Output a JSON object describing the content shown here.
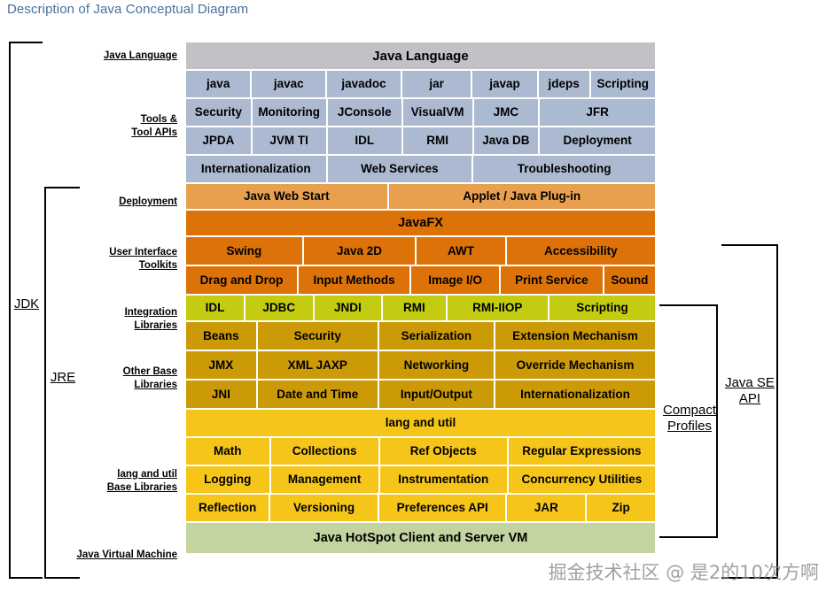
{
  "page": {
    "title": "Description of Java Conceptual Diagram",
    "watermark": "掘金技术社区 @ 是2的10次方啊"
  },
  "colors": {
    "title_text": "#4a6f9c",
    "java_language": "#c2c2c6",
    "tools": "#abbad0",
    "deployment": "#e8a04e",
    "javafx": "#dd7208",
    "ui_toolkits": "#dd7208",
    "integration_libraries": "#c3cc10",
    "other_base_libraries": "#cc9a06",
    "lang_and_util": "#f5c51a",
    "jvm": "#c3d4a0",
    "bracket": "#000000"
  },
  "side_labels": {
    "java_language": "Java Language",
    "tools_and_tool_apis": "Tools &\nTool APIs",
    "tools_line1": "Tools &",
    "tools_line2": "Tool APIs",
    "deployment": "Deployment",
    "ui_line1": "User Interface",
    "ui_line2": "Toolkits",
    "integration_line1": "Integration",
    "integration_line2": "Libraries",
    "other_base_line1": "Other Base",
    "other_base_line2": "Libraries",
    "langutil_line1": "lang and util",
    "langutil_line2": "Base Libraries",
    "jvm": "Java Virtual Machine"
  },
  "brackets": {
    "jdk": "JDK",
    "jre": "JRE",
    "compact_line1": "Compact",
    "compact_line2": "Profiles",
    "javase_line1": "Java SE",
    "javase_line2": "API"
  },
  "bands": {
    "java_language_header": "Java Language",
    "javafx": "JavaFX",
    "lang_and_util_header": "lang and util",
    "jvm": "Java HotSpot Client and Server VM"
  },
  "rows": {
    "tools": [
      [
        {
          "label": "java",
          "flex": 14
        },
        {
          "label": "javac",
          "flex": 16
        },
        {
          "label": "javadoc",
          "flex": 16
        },
        {
          "label": "jar",
          "flex": 15
        },
        {
          "label": "javap",
          "flex": 14
        },
        {
          "label": "jdeps",
          "flex": 11
        },
        {
          "label": "Scripting",
          "flex": 14
        }
      ],
      [
        {
          "label": "Security",
          "flex": 14
        },
        {
          "label": "Monitoring",
          "flex": 16
        },
        {
          "label": "JConsole",
          "flex": 16
        },
        {
          "label": "VisualVM",
          "flex": 15
        },
        {
          "label": "JMC",
          "flex": 14
        },
        {
          "label": "JFR",
          "flex": 25
        }
      ],
      [
        {
          "label": "JPDA",
          "flex": 14
        },
        {
          "label": "JVM TI",
          "flex": 16
        },
        {
          "label": "IDL",
          "flex": 16
        },
        {
          "label": "RMI",
          "flex": 15
        },
        {
          "label": "Java DB",
          "flex": 14
        },
        {
          "label": "Deployment",
          "flex": 25
        }
      ],
      [
        {
          "label": "Internationalization",
          "flex": 30
        },
        {
          "label": "Web Services",
          "flex": 31
        },
        {
          "label": "Troubleshooting",
          "flex": 39
        }
      ]
    ],
    "deployment": [
      [
        {
          "label": "Java Web Start",
          "flex": 43
        },
        {
          "label": "Applet / Java Plug-in",
          "flex": 57
        }
      ]
    ],
    "ui_toolkits": [
      [
        {
          "label": "Swing",
          "flex": 25
        },
        {
          "label": "Java 2D",
          "flex": 24
        },
        {
          "label": "AWT",
          "flex": 19
        },
        {
          "label": "Accessibility",
          "flex": 32
        }
      ],
      [
        {
          "label": "Drag and Drop",
          "flex": 24
        },
        {
          "label": "Input Methods",
          "flex": 24
        },
        {
          "label": "Image I/O",
          "flex": 19
        },
        {
          "label": "Print Service",
          "flex": 22
        },
        {
          "label": "Sound",
          "flex": 11
        }
      ]
    ],
    "integration": [
      [
        {
          "label": "IDL",
          "flex": 12
        },
        {
          "label": "JDBC",
          "flex": 14
        },
        {
          "label": "JNDI",
          "flex": 14
        },
        {
          "label": "RMI",
          "flex": 13
        },
        {
          "label": "RMI-IIOP",
          "flex": 21
        },
        {
          "label": "Scripting",
          "flex": 22
        }
      ]
    ],
    "other_base": [
      [
        {
          "label": "Beans",
          "flex": 14
        },
        {
          "label": "Security",
          "flex": 24
        },
        {
          "label": "Serialization",
          "flex": 23
        },
        {
          "label": "Extension Mechanism",
          "flex": 32
        }
      ],
      [
        {
          "label": "JMX",
          "flex": 14
        },
        {
          "label": "XML JAXP",
          "flex": 24
        },
        {
          "label": "Networking",
          "flex": 23
        },
        {
          "label": "Override Mechanism",
          "flex": 32
        }
      ],
      [
        {
          "label": "JNI",
          "flex": 14
        },
        {
          "label": "Date and Time",
          "flex": 24
        },
        {
          "label": "Input/Output",
          "flex": 23
        },
        {
          "label": "Internationalization",
          "flex": 32
        }
      ]
    ],
    "lang_and_util": [
      [
        {
          "label": "Math",
          "flex": 17
        },
        {
          "label": "Collections",
          "flex": 22
        },
        {
          "label": "Ref Objects",
          "flex": 26
        },
        {
          "label": "Regular Expressions",
          "flex": 30
        }
      ],
      [
        {
          "label": "Logging",
          "flex": 17
        },
        {
          "label": "Management",
          "flex": 22
        },
        {
          "label": "Instrumentation",
          "flex": 26
        },
        {
          "label": "Concurrency Utilities",
          "flex": 30
        }
      ],
      [
        {
          "label": "Reflection",
          "flex": 17
        },
        {
          "label": "Versioning",
          "flex": 22
        },
        {
          "label": "Preferences API",
          "flex": 26
        },
        {
          "label": "JAR",
          "flex": 16
        },
        {
          "label": "Zip",
          "flex": 14
        }
      ]
    ]
  }
}
